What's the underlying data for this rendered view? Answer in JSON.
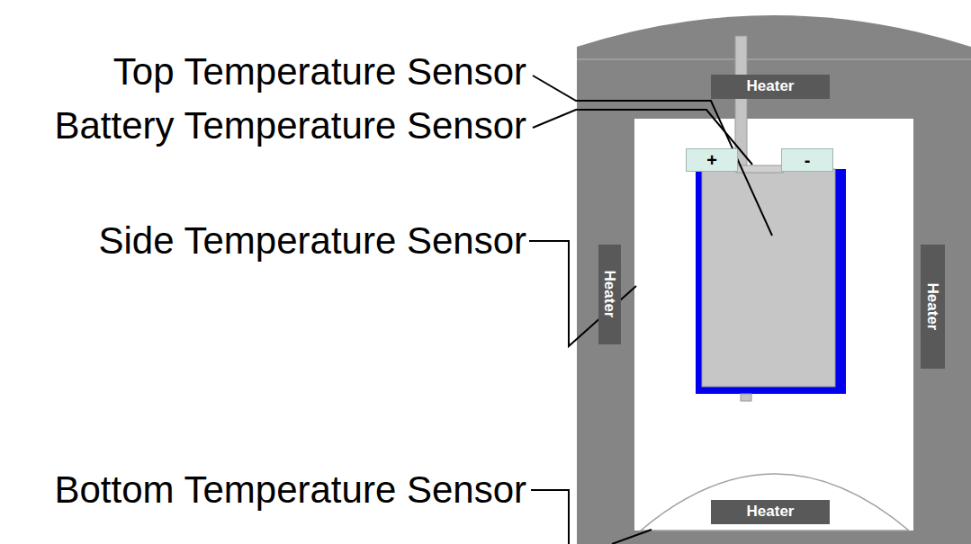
{
  "diagram": {
    "nodes": [
      {
        "text": [
          "Heater"
        ]
      },
      {
        "text": [
          "+"
        ]
      },
      {
        "text": [
          "-"
        ]
      },
      {
        "text": [
          "Heater"
        ]
      },
      {
        "text": [
          "Heater"
        ]
      },
      {
        "text": [
          "Heater"
        ]
      }
    ],
    "labels": [
      "Top Temperature Sensor",
      "Battery Temperature Sensor",
      "Side Temperature Sensor",
      "Bottom Temperature Sensor"
    ]
  }
}
